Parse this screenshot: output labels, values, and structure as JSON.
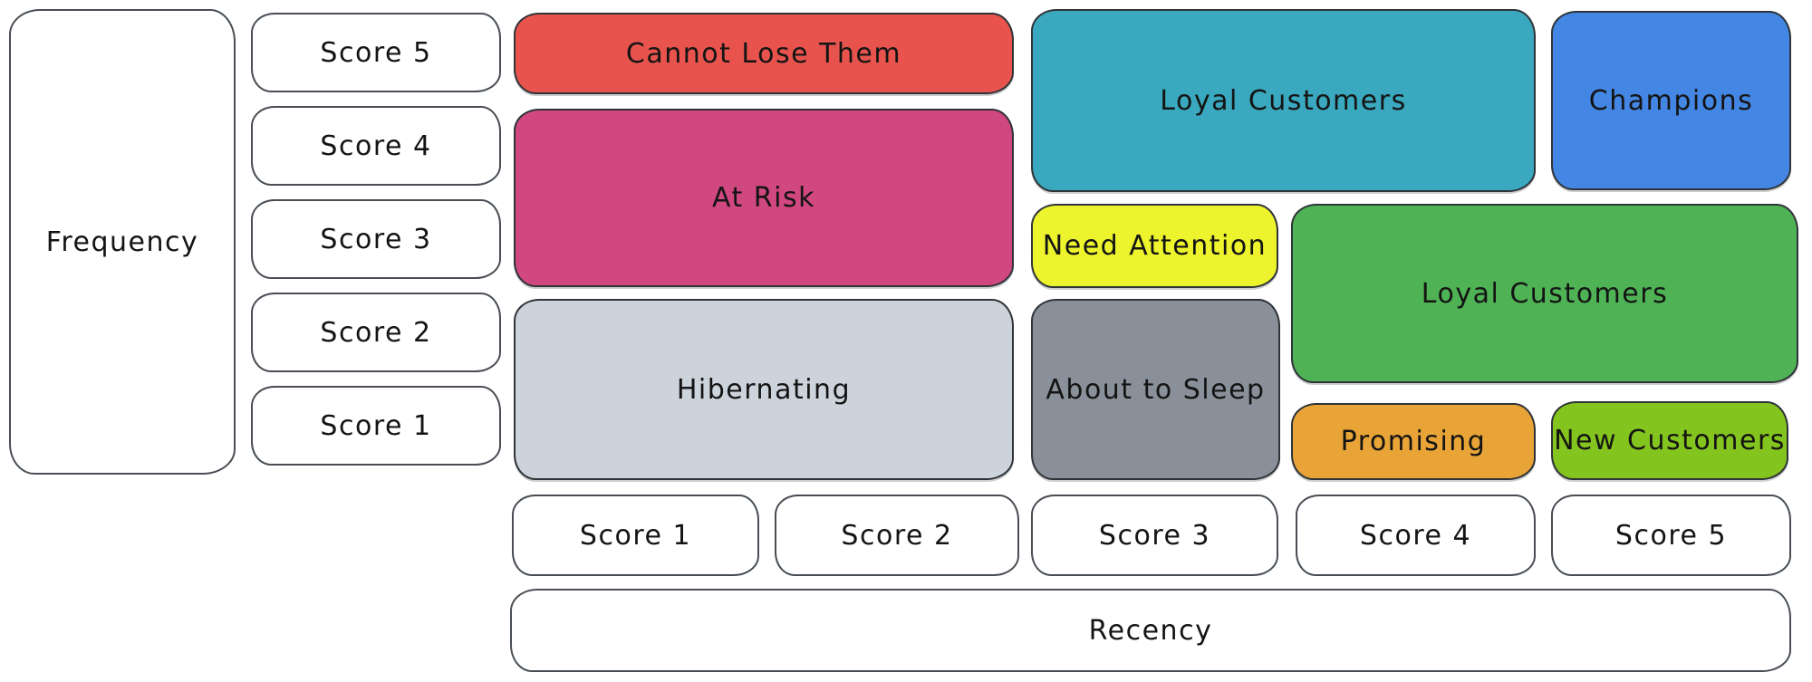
{
  "axes": {
    "frequency": {
      "label": "Frequency",
      "scores": [
        "Score 5",
        "Score 4",
        "Score 3",
        "Score 2",
        "Score 1"
      ]
    },
    "recency": {
      "label": "Recency",
      "scores": [
        "Score 1",
        "Score 2",
        "Score 3",
        "Score 4",
        "Score 5"
      ]
    }
  },
  "segments": {
    "cannot_lose_them": {
      "label": "Cannot Lose Them",
      "color": "#E8544D"
    },
    "at_risk": {
      "label": "At Risk",
      "color": "#D1477F"
    },
    "hibernating": {
      "label": "Hibernating",
      "color": "#CDD3DB"
    },
    "loyal_customers_top": {
      "label": "Loyal Customers",
      "color": "#3AA8BE"
    },
    "champions": {
      "label": "Champions",
      "color": "#4486E3"
    },
    "need_attention": {
      "label": "Need Attention",
      "color": "#EDF42D"
    },
    "about_to_sleep": {
      "label": "About to Sleep",
      "color": "#8A9099"
    },
    "loyal_customers_mid": {
      "label": "Loyal Customers",
      "color": "#4FB356"
    },
    "promising": {
      "label": "Promising",
      "color": "#E8A437"
    },
    "new_customers": {
      "label": "New Customers",
      "color": "#84C41E"
    }
  },
  "ink": {
    "text_color": "#141414",
    "border_color": "#3d4248"
  }
}
